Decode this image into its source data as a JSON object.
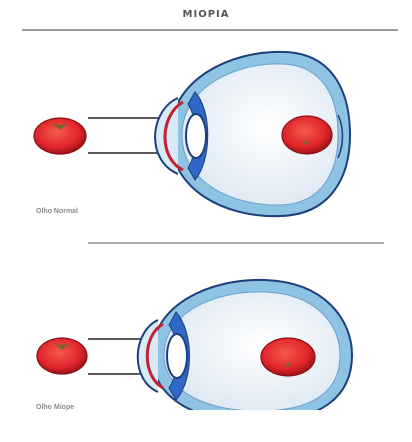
{
  "title": "MIOPIA",
  "diagrams": [
    {
      "caption": "Olho Normal",
      "eye": "normal"
    },
    {
      "caption": "Olho Miope",
      "eye": "myopic"
    }
  ],
  "colors": {
    "sclera_outline": "#1e3f7a",
    "sclera_fill": "#8fc3e3",
    "vitreous_fill": "#f1f6fb",
    "iris": "#2f66c8",
    "lens_fill": "#ffffff",
    "cornea_red": "#c32032",
    "tomato_red": "#e0242b",
    "tomato_shade": "#8c1014",
    "tomato_leaf": "#6f6a2c",
    "ray": "#222222"
  },
  "icons": [
    "tomato-object-icon",
    "eye-cross-section-icon",
    "retina-image-icon"
  ]
}
